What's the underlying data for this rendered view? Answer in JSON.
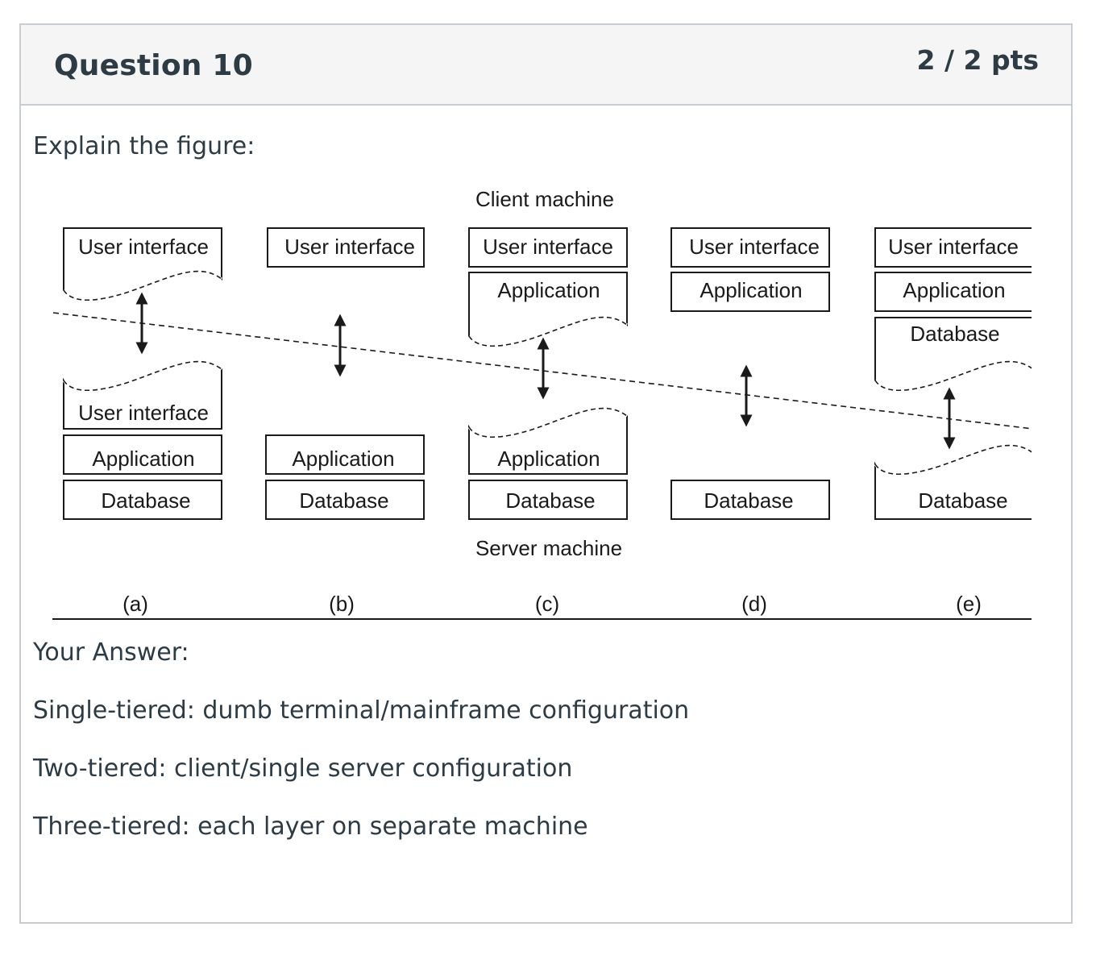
{
  "question": {
    "title": "Question 10",
    "points": "2 / 2 pts",
    "prompt": "Explain the figure:"
  },
  "figure": {
    "top_label": "Client machine",
    "bottom_label": "Server machine",
    "columns": [
      {
        "caption": "(a)",
        "client_boxes": [
          "User interface"
        ],
        "server_boxes": [
          "User interface",
          "Application",
          "Database"
        ]
      },
      {
        "caption": "(b)",
        "client_boxes": [
          "User interface"
        ],
        "server_boxes": [
          "Application",
          "Database"
        ]
      },
      {
        "caption": "(c)",
        "client_boxes": [
          "User interface",
          "Application"
        ],
        "server_boxes": [
          "Application",
          "Database"
        ]
      },
      {
        "caption": "(d)",
        "client_boxes": [
          "User interface",
          "Application"
        ],
        "server_boxes": [
          "Database"
        ]
      },
      {
        "caption": "(e)",
        "client_boxes": [
          "User interface",
          "Application",
          "Database"
        ],
        "server_boxes": [
          "Database"
        ]
      }
    ]
  },
  "answer": {
    "label": "Your Answer:",
    "lines": [
      "Single-tiered: dumb terminal/mainframe configuration",
      "Two-tiered: client/single server configuration",
      "Three-tiered: each layer on separate machine"
    ]
  }
}
